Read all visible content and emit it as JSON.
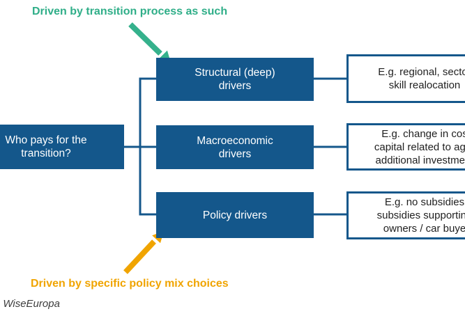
{
  "diagram": {
    "top_annotation": {
      "text": "Driven by transition process as such"
    },
    "bottom_annotation": {
      "text": "Driven by specific policy mix choices"
    },
    "root_box": {
      "text": "Who pays for the\ntransition?"
    },
    "driver_boxes": [
      {
        "id": "structural",
        "text": "Structural (deep)\ndrivers"
      },
      {
        "id": "macroeconomic",
        "text": "Macroeconomic\ndrivers"
      },
      {
        "id": "policy",
        "text": "Policy drivers"
      }
    ],
    "example_boxes": [
      {
        "text": "E.g. regional, sector\nskill realocation"
      },
      {
        "text": "E.g. change in cos\ncapital related to aggr\nadditional investment"
      },
      {
        "text": "E.g. no subsidies\nsubsidies supporting\nowners / car buye"
      }
    ],
    "source_text": ": WiseEuropa",
    "colors": {
      "box_fill": "#14578b",
      "connector": "#14578b",
      "teal": "#35b18c",
      "teal_text": "#2fae88",
      "orange": "#f0a400",
      "source_text": "#3c3c3c"
    }
  }
}
